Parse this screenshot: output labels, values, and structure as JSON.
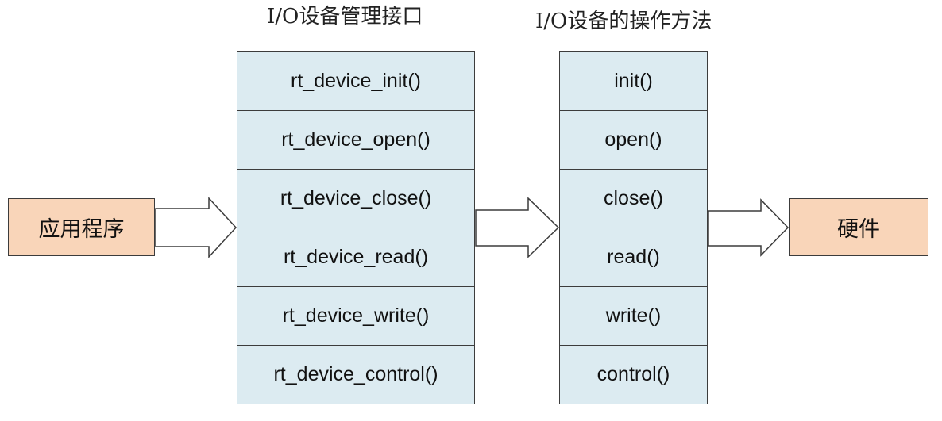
{
  "diagram": {
    "interface_title": "I/O设备管理接口",
    "methods_title": "I/O设备的操作方法",
    "application": "应用程序",
    "hardware": "硬件",
    "interface_functions": [
      "rt_device_init()",
      "rt_device_open()",
      "rt_device_close()",
      "rt_device_read()",
      "rt_device_write()",
      "rt_device_control()"
    ],
    "operation_methods": [
      "init()",
      "open()",
      "close()",
      "read()",
      "write()",
      "control()"
    ],
    "colors": {
      "stack_fill": "#dcebf1",
      "endpoint_fill": "#f9d5b9",
      "stroke": "#3c3c3c"
    }
  }
}
